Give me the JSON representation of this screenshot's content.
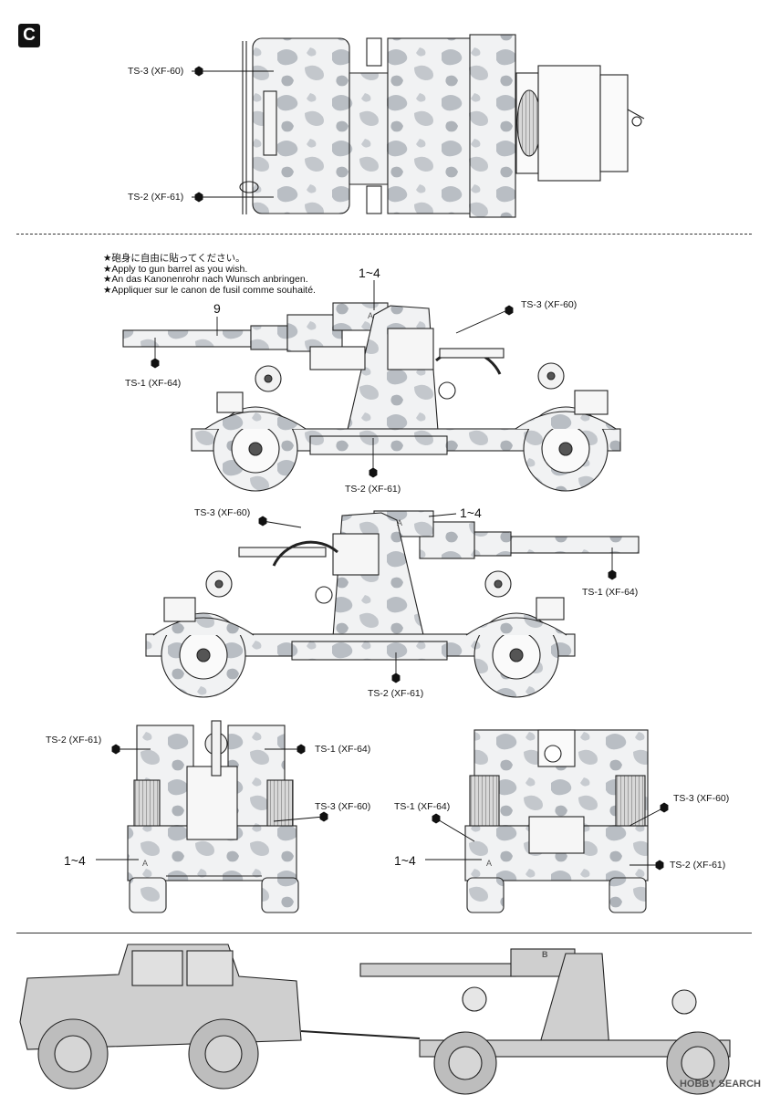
{
  "section_badge": "C",
  "instructions": [
    "★砲身に自由に貼ってください。",
    "★Apply to gun barrel as you wish.",
    "★An das Kanonenrohr nach Wunsch anbringen.",
    "★Appliquer sur le canon de fusil comme souhaité."
  ],
  "callouts": {
    "top_ts3": "TS-3 (XF-60)",
    "top_ts2": "TS-2 (XF-61)",
    "side1_ts3": "TS-3 (XF-60)",
    "side1_ts1": "TS-1 (XF-64)",
    "side1_ts2": "TS-2 (XF-61)",
    "side1_decal_range": "1~4",
    "side1_decal_barrel": "9",
    "side2_ts3": "TS-3 (XF-60)",
    "side2_ts1": "TS-1 (XF-64)",
    "side2_ts2": "TS-2 (XF-61)",
    "side2_decal_range": "1~4",
    "front_ts2": "TS-2 (XF-61)",
    "front_ts1": "TS-1 (XF-64)",
    "front_ts3": "TS-3 (XF-60)",
    "front_decal_range": "1~4",
    "rear_ts1": "TS-1 (XF-64)",
    "rear_ts3": "TS-3 (XF-60)",
    "rear_ts2": "TS-2 (XF-61)",
    "rear_decal_range": "1~4"
  },
  "decal_letters": {
    "a": "A",
    "b": "B"
  },
  "watermark": "HOBBY SEARCH",
  "colors": {
    "ink": "#111111",
    "camo_base": "#eeeeee",
    "camo_spot": "#b9bec4",
    "tractor_grey": "#c9c9c9"
  }
}
